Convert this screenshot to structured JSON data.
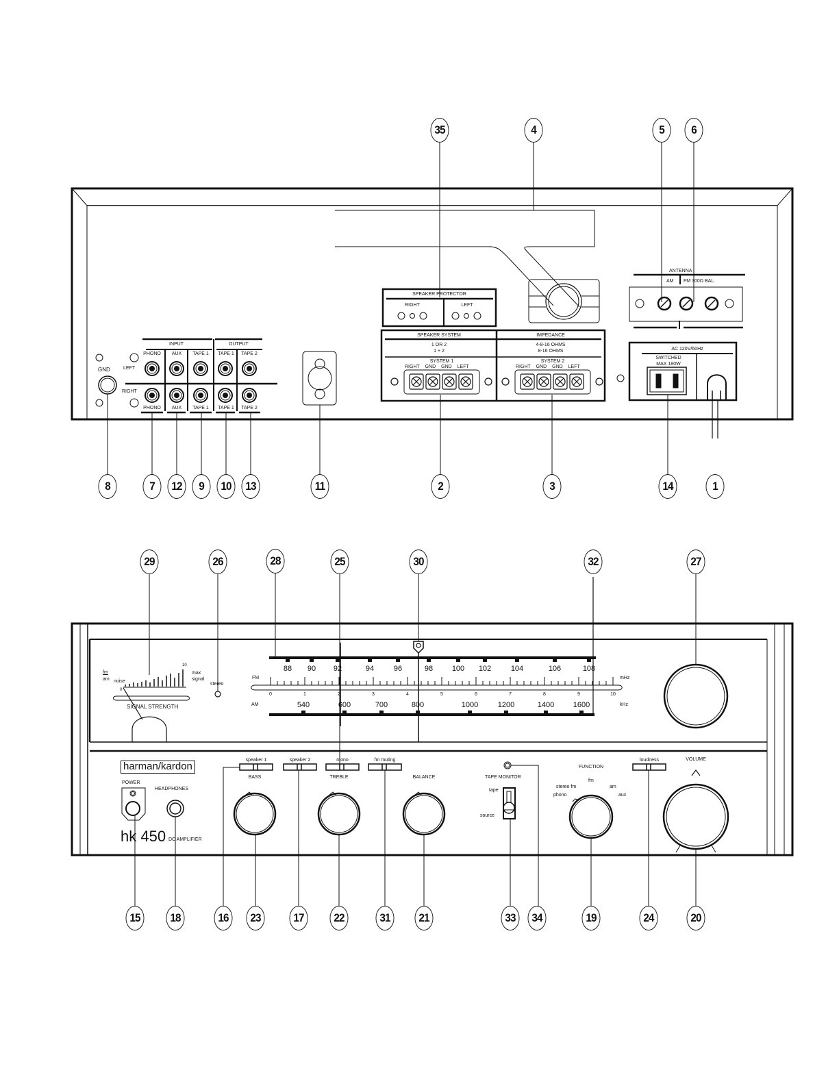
{
  "rear_panel": {
    "callouts": [
      "35",
      "4",
      "5",
      "6",
      "8",
      "7",
      "12",
      "9",
      "10",
      "13",
      "11",
      "2",
      "3",
      "14",
      "1"
    ],
    "gnd_label": "GND",
    "jacks": {
      "input_header": "INPUT",
      "output_header": "OUTPUT",
      "left": "LEFT",
      "right": "RIGHT",
      "top_labels": [
        "PHONO",
        "AUX",
        "TAPE 1",
        "TAPE 1",
        "TAPE 2"
      ],
      "bottom_labels": [
        "PHONO",
        "AUX",
        "TAPE 1",
        "TAPE 1",
        "TAPE 2"
      ]
    },
    "speaker_protector": {
      "title": "SPEAKER PROTECTOR",
      "right": "RIGHT",
      "left": "LEFT"
    },
    "speaker_system": {
      "title": "SPEAKER SYSTEM",
      "mode_line1": "1 OR 2",
      "mode_line2": "1 + 2",
      "impedance_title": "IMPEDANCE",
      "imp_line1": "4-8-16 OHMS",
      "imp_line2": "8-16 OHMS",
      "system1": "SYSTEM 1",
      "system2": "SYSTEM 2",
      "terminal_labels": [
        "RIGHT",
        "GND",
        "GND",
        "LEFT"
      ]
    },
    "antenna": {
      "title": "ANTENNA",
      "am": "AM",
      "fm": "FM 300Ω  BAL."
    },
    "ac": {
      "title": "AC 120V/60Hz",
      "switched_line1": "SWITCHED",
      "switched_line2": "MAX 180W"
    }
  },
  "front_panel": {
    "callouts_top": [
      "29",
      "26",
      "28",
      "25",
      "30",
      "32",
      "27"
    ],
    "callouts_bottom": [
      "15",
      "18",
      "16",
      "23",
      "17",
      "22",
      "31",
      "21",
      "33",
      "34",
      "19",
      "24",
      "20"
    ],
    "meter": {
      "fm_am": "fm",
      "am": "am",
      "noise": "noise",
      "max_signal_1": "max",
      "max_signal_2": "signal",
      "scale_min": "0",
      "scale_max": "10",
      "title": "SIGNAL STRENGTH"
    },
    "stereo_label": "stereo",
    "dial": {
      "fm_label": "FM",
      "am_label": "AM",
      "fm_unit": "mHz",
      "am_unit": "kHz",
      "fm_ticks": [
        "88",
        "90",
        "92",
        "94",
        "96",
        "98",
        "100",
        "102",
        "104",
        "106",
        "108"
      ],
      "log_scale": [
        "0",
        "1",
        "2",
        "3",
        "4",
        "5",
        "6",
        "7",
        "8",
        "9",
        "10"
      ],
      "am_ticks": [
        "540",
        "600",
        "700",
        "800",
        "1000",
        "1200",
        "1400",
        "1600"
      ]
    },
    "brand": "harman/kardon",
    "power": "POWER",
    "headphones": "HEADPHONES",
    "model": "hk 450",
    "model_sub": "DC AMPLIFIER",
    "switches": {
      "speaker1": "speaker 1",
      "speaker2": "speaker 2",
      "mono": "mono",
      "fm_muting": "fm muting",
      "loudness": "loudness"
    },
    "knobs": {
      "bass": "BASS",
      "treble": "TREBLE",
      "balance": "BALANCE",
      "volume": "VOLUME",
      "function": "FUNCTION"
    },
    "tape_monitor": {
      "title": "TAPE MONITOR",
      "tape": "tape",
      "source": "source"
    },
    "function_positions": {
      "stereo_fm": "stereo fm",
      "fm": "fm",
      "am": "am",
      "phono": "phono",
      "aux": "aux"
    }
  }
}
